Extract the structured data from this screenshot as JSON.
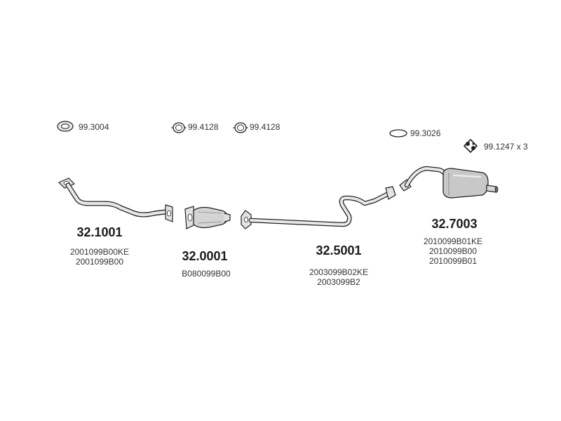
{
  "accessories": [
    {
      "id": "gasket_1",
      "label": "99.3004",
      "icon": "gasket-ring-icon"
    },
    {
      "id": "clamp_1",
      "label": "99.4128",
      "icon": "clamp-ring-icon"
    },
    {
      "id": "clamp_2",
      "label": "99.4128",
      "icon": "clamp-ring-icon"
    },
    {
      "id": "gasket_2",
      "label": "99.3026",
      "icon": "oval-gasket-icon"
    },
    {
      "id": "hanger",
      "label": "99.1247 x 3",
      "icon": "rubber-hanger-icon"
    }
  ],
  "parts": [
    {
      "id": "front_pipe",
      "number": "32.1001",
      "codes": [
        "2001099B00KE",
        "2001099B00"
      ],
      "icon": "front-pipe-icon"
    },
    {
      "id": "catalyst",
      "number": "32.0001",
      "codes": [
        "B080099B00"
      ],
      "icon": "catalytic-converter-icon"
    },
    {
      "id": "middle_pipe",
      "number": "32.5001",
      "codes": [
        "2003099B02KE",
        "2003099B2"
      ],
      "icon": "middle-pipe-icon"
    },
    {
      "id": "rear_silencer",
      "number": "32.7003",
      "codes": [
        "2010099B01KE",
        "2010099B00",
        "2010099B01"
      ],
      "icon": "rear-silencer-icon"
    }
  ],
  "colors": {
    "line": "#222222",
    "fill": "#d9d9d9",
    "fill_dark": "#9a9a9a",
    "background": "#ffffff"
  }
}
